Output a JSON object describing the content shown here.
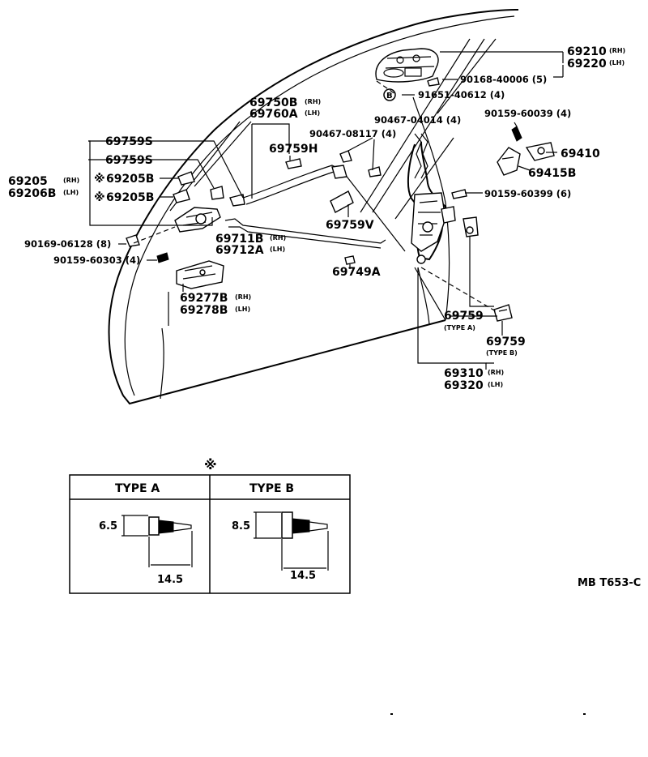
{
  "callouts": {
    "p69210": "69210",
    "p69210_side": "(RH)",
    "p69220": "69220",
    "p69220_side": "(LH)",
    "p90168_40006": "90168-40006 (5)",
    "p91651_40612": "91651-40612 (4)",
    "circle_b": "B",
    "p69750b": "69750B",
    "p69750b_side": "(RH)",
    "p69760a": "69760A",
    "p69760a_side": "(LH)",
    "p90467_04014": "90467-04014 (4)",
    "p90467_08117": "90467-08117 (4)",
    "p90159_60039": "90159-60039 (4)",
    "p69759h": "69759H",
    "p69410": "69410",
    "p69415b": "69415B",
    "p69759s_1": "69759S",
    "p69759s_2": "69759S",
    "p69205": "69205",
    "p69205_side": "(RH)",
    "p69206b": "69206B",
    "p69206b_side": "(LH)",
    "p69205b_1": "69205B",
    "p69205b_2": "69205B",
    "p90159_60399": "90159-60399 (6)",
    "p69759v": "69759V",
    "p90169_06128": "90169-06128 (8)",
    "p69711b": "69711B",
    "p69711b_side": "(RH)",
    "p69712a": "69712A",
    "p69712a_side": "(LH)",
    "p90159_60303": "90159-60303 (4)",
    "p69749a": "69749A",
    "p69277b": "69277B",
    "p69277b_side": "(RH)",
    "p69278b": "69278B",
    "p69278b_side": "(LH)",
    "p69759_a": "69759",
    "p69759_a_type": "(TYPE A)",
    "p69759_b": "69759",
    "p69759_b_type": "(TYPE B)",
    "p69310": "69310",
    "p69310_side": "(RH)",
    "p69320": "69320",
    "p69320_side": "(LH)",
    "asterisk": "※"
  },
  "type_table": {
    "marker": "※",
    "type_a_header": "TYPE A",
    "type_b_header": "TYPE B",
    "type_a_diameter": "6.5",
    "type_a_length": "14.5",
    "type_b_diameter": "8.5",
    "type_b_length": "14.5"
  },
  "figure_code": "MB T653-C"
}
